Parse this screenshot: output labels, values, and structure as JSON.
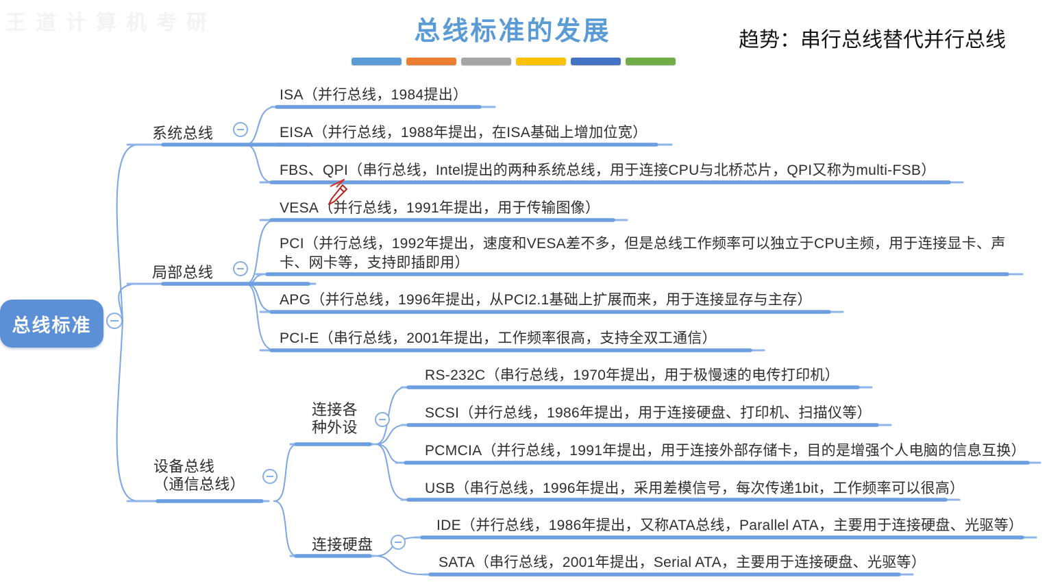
{
  "header": {
    "watermark": "王道计算机考研",
    "title": "总线标准的发展",
    "trend": "趋势：串行总线替代并行总线",
    "legend_colors": [
      "#5B9BD5",
      "#ED7D31",
      "#A5A5A5",
      "#FFC000",
      "#4472C4",
      "#70AD47"
    ]
  },
  "mindmap": {
    "root": "总线标准",
    "branches": {
      "system": {
        "label": "系统总线",
        "children": {
          "isa": "ISA（并行总线，1984提出）",
          "eisa": "EISA（并行总线，1988年提出，在ISA基础上增加位宽）",
          "fbs": "FBS、QPI（串行总线，Intel提出的两种系统总线，用于连接CPU与北桥芯片，QPI又称为multi-FSB）"
        }
      },
      "local": {
        "label": "局部总线",
        "children": {
          "vesa": "VESA（并行总线，1991年提出，用于传输图像）",
          "pci": "PCI（并行总线，1992年提出，速度和VESA差不多，但是总线工作频率可以独立于CPU主频，用于连接显卡、声卡、网卡等，支持即插即用）",
          "apg": "APG（并行总线，1996年提出，从PCI2.1基础上扩展而来，用于连接显存与主存）",
          "pcie": "PCI-E（串行总线，2001年提出，工作频率很高，支持全双工通信）"
        }
      },
      "device": {
        "label": "设备总线\n（通信总线）",
        "children": {
          "peripherals": {
            "label": "连接各\n种外设",
            "children": {
              "rs232c": "RS-232C（串行总线，1970年提出，用于极慢速的电传打印机）",
              "scsi": "SCSI（并行总线，1986年提出，用于连接硬盘、打印机、扫描仪等）",
              "pcmcia": "PCMCIA（并行总线，1991年提出，用于连接外部存储卡，目的是增强个人电脑的信息互换）",
              "usb": "USB（串行总线，1996年提出，采用差模信号，每次传递1bit，工作频率可以很高）"
            }
          },
          "harddisk": {
            "label": "连接硬盘",
            "children": {
              "ide": "IDE（并行总线，1986年提出，又称ATA总线，Parallel ATA，主要用于连接硬盘、光驱等）",
              "sata": "SATA（串行总线，2001年提出，Serial ATA，主要用于连接硬盘、光驱等）"
            }
          }
        }
      }
    }
  }
}
